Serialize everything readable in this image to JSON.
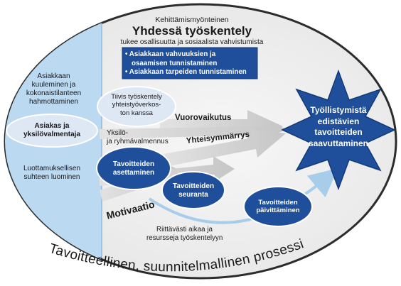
{
  "header": {
    "kicker": "Kehittämismyönteinen",
    "title": "Yhdessä työskentely",
    "subtitle": "tukee osallisuutta ja sosiaalista vahvistumista"
  },
  "focus_box": {
    "items": [
      "• Asiakkaan vahvuuksien ja",
      "osaamisen tunnistaminen",
      "• Asiakkaan tarpeiden tunnistaminen"
    ]
  },
  "left_panel": {
    "top_text": [
      "Asiakkaan",
      "kuuleminen ja",
      "kokonaistilanteen",
      "hahmottaminen"
    ],
    "ellipse_text": [
      "Asiakas ja",
      "yksilövalmentaja"
    ],
    "bottom_text": [
      "Luottamuksellisen",
      "suhteen luominen"
    ]
  },
  "cooperation": {
    "ellipse_text": [
      "Tiivis työskentely",
      "yhteistyöverkos-",
      "ton kanssa"
    ]
  },
  "arrow_labels": {
    "interaction": "Vuorovaikutus",
    "coaching": [
      "Yksilö-",
      "ja ryhmävalmennus"
    ],
    "understanding": "Yhteisymmärrys",
    "motivation": "Motivaatio"
  },
  "steps": [
    {
      "text": [
        "Tavoitteiden",
        "asettaminen"
      ]
    },
    {
      "text": [
        "Tavoitteiden",
        "seuranta"
      ]
    },
    {
      "text": [
        "Tavoitteiden",
        "päivittäminen"
      ]
    }
  ],
  "resources": [
    "Riittävästi aikaa ja",
    "resursseja työskentelyyn"
  ],
  "goal_star": [
    "Työllistymistä",
    "edistävien",
    "tavoitteiden",
    "saavuttaminen"
  ],
  "process_label": "Tavoitteellinen, suunnitelmallinen prosessi",
  "colors": {
    "navy": "#1f4e9a",
    "light_blue": "#bcd9f2",
    "pale_ellipse": "#dde8f4",
    "oval_fill": "#f0f0f0",
    "arrow_gray": "#c8c8c8"
  }
}
